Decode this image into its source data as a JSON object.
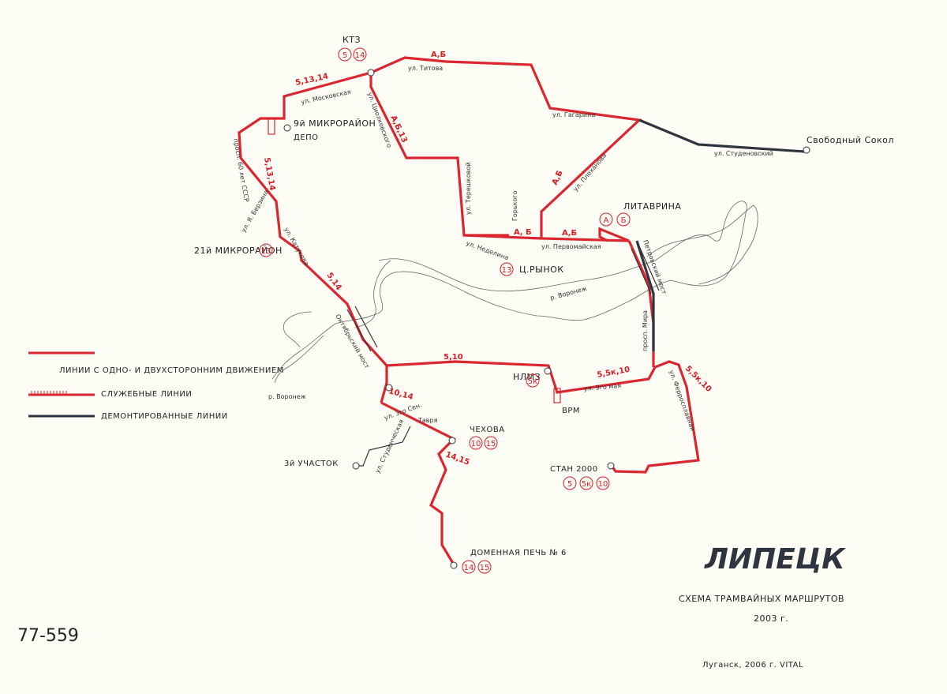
{
  "title": "ЛИПЕЦК",
  "subtitle": "СХЕМА ТРАМВАЙНЫХ МАРШРУТОВ",
  "year": "2003 г.",
  "credit": "Луганск, 2006 г.  VITAL",
  "code": "77-559",
  "colors": {
    "line": "#d9262f",
    "dismantled": "#2e3540",
    "background": "#fdfcf5"
  },
  "legend": [
    {
      "label": "ЛИНИИ С ОДНО- И ДВУХСТОРОННИМ ДВИЖЕНИЕМ"
    },
    {
      "label": "СЛУЖЕБНЫЕ ЛИНИИ"
    },
    {
      "label": "ДЕМОНТИРОВАННЫЕ ЛИНИИ"
    }
  ],
  "stops": [
    {
      "name": "КТЗ",
      "routes": [
        "5",
        "14"
      ]
    },
    {
      "name": "9й МИКРОРАЙОН"
    },
    {
      "name": "ДЕПО"
    },
    {
      "name": "Свободный Сокол"
    },
    {
      "name": "ЛИТАВРИНА",
      "routes": [
        "А",
        "Б"
      ]
    },
    {
      "name": "21й МИКРОРАЙОН",
      "routes": [
        "13"
      ]
    },
    {
      "name": "Ц.РЫНОК",
      "routes": [
        "13"
      ]
    },
    {
      "name": "НЛМЗ",
      "routes": [
        "5к"
      ]
    },
    {
      "name": "ВРМ"
    },
    {
      "name": "ЧЕХОВА",
      "routes": [
        "10",
        "15"
      ]
    },
    {
      "name": "3й УЧАСТОК"
    },
    {
      "name": "СТАН 2000",
      "routes": [
        "5",
        "5к",
        "10"
      ]
    },
    {
      "name": "ДОМЕННАЯ ПЕЧЬ № 6",
      "routes": [
        "14",
        "15"
      ]
    }
  ],
  "streets": [
    "ул. Титова",
    "ул. Московская",
    "ул. Циолковского",
    "ул. Гагарина",
    "ул. Студеновский",
    "ул. Плеханова",
    "ул. Терешковой",
    "Горького",
    "ул. Первомайская",
    "ул. Неделина",
    "ул. Катукова",
    "ул. Я. Берзина",
    "просп. 60 лет СССР",
    "Петровский мост",
    "р. Воронеж",
    "Октябрьский мост",
    "просп. Мира",
    "ул. Ферросплавная",
    "ул. 9го мая",
    "ул. 3го Сен.",
    "Тавря",
    "ул. Студенческая"
  ],
  "route_labels": [
    "5,13,14",
    "5,13,14",
    "А,Б",
    "А,Б,13",
    "А,Б",
    "А, Б",
    "А,Б",
    "5,14",
    "5,10",
    "5,5к,10",
    "5,5к,10",
    "10,14",
    "14,15"
  ]
}
